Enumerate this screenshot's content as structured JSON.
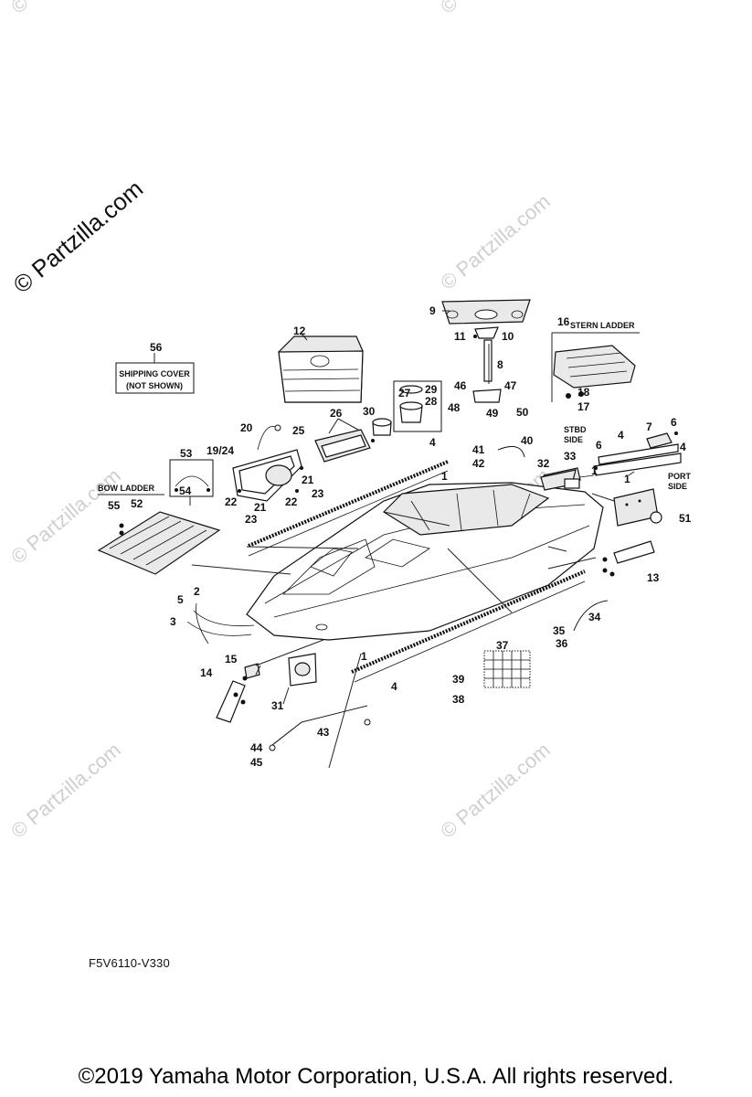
{
  "watermark": {
    "main": "© Partzilla.com",
    "faint": "© Partzilla.com"
  },
  "boxes": {
    "shipping_cover_line1": "SHIPPING COVER",
    "shipping_cover_line2": "(NOT SHOWN)",
    "stern_ladder": "STERN LADDER",
    "bow_ladder": "BOW LADDER",
    "stbd_side_line1": "STBD",
    "stbd_side_line2": "SIDE",
    "port_side_line1": "PORT",
    "port_side_line2": "SIDE"
  },
  "callouts": {
    "c1a": "1",
    "c1b": "1",
    "c1c": "1",
    "c1d": "1",
    "c2": "2",
    "c3": "3",
    "c4a": "4",
    "c4b": "4",
    "c4c": "4",
    "c4d": "4",
    "c5": "5",
    "c6a": "6",
    "c6b": "6",
    "c7": "7",
    "c8": "8",
    "c9": "9",
    "c10": "10",
    "c11": "11",
    "c12": "12",
    "c13": "13",
    "c14": "14",
    "c15": "15",
    "c16": "16",
    "c17": "17",
    "c18": "18",
    "c19_24": "19/24",
    "c20": "20",
    "c21a": "21",
    "c21b": "21",
    "c22a": "22",
    "c22b": "22",
    "c23a": "23",
    "c23b": "23",
    "c25": "25",
    "c26": "26",
    "c27": "27",
    "c28": "28",
    "c29": "29",
    "c30": "30",
    "c31": "31",
    "c32": "32",
    "c33": "33",
    "c34": "34",
    "c35": "35",
    "c36": "36",
    "c37": "37",
    "c38": "38",
    "c39": "39",
    "c40": "40",
    "c41": "41",
    "c42": "42",
    "c43": "43",
    "c44": "44",
    "c45": "45",
    "c46": "46",
    "c47": "47",
    "c48": "48",
    "c49": "49",
    "c50": "50",
    "c51": "51",
    "c52": "52",
    "c53": "53",
    "c54": "54",
    "c55": "55",
    "c56": "56"
  },
  "diagram_code": "F5V6110-V330",
  "copyright": "©2019  Yamaha Motor Corporation, U.S.A. All rights reserved."
}
